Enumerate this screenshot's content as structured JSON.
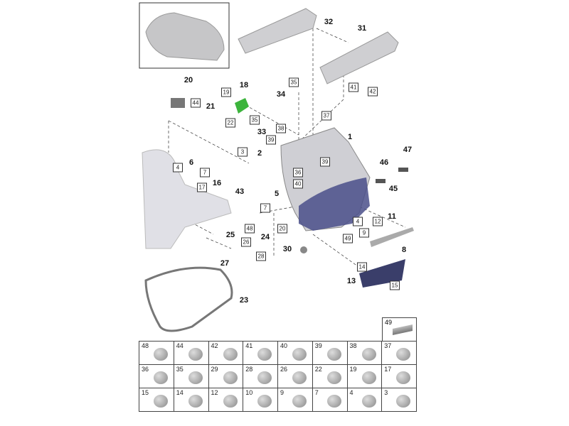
{
  "callouts": [
    "32",
    "31",
    "20",
    "18",
    "21",
    "34",
    "33",
    "1",
    "2",
    "47",
    "6",
    "46",
    "16",
    "43",
    "5",
    "45",
    "11",
    "25",
    "24",
    "30",
    "8",
    "27",
    "13",
    "23"
  ],
  "boxed_refs": [
    "19",
    "44",
    "22",
    "35",
    "35",
    "41",
    "42",
    "37",
    "38",
    "39",
    "39",
    "3",
    "36",
    "40",
    "4",
    "7",
    "17",
    "7",
    "48",
    "20",
    "4",
    "12",
    "9",
    "49",
    "26",
    "28",
    "14",
    "15"
  ],
  "fastener_table": {
    "extra": "49",
    "cells": [
      "48",
      "44",
      "42",
      "41",
      "40",
      "39",
      "38",
      "37",
      "36",
      "35",
      "29",
      "28",
      "26",
      "22",
      "19",
      "17",
      "15",
      "14",
      "12",
      "10",
      "9",
      "7",
      "4",
      "3"
    ]
  },
  "colors": {
    "highlight": "#3cb43c",
    "tailgate": "#4a4f8a",
    "part": "#c8c8cc"
  }
}
